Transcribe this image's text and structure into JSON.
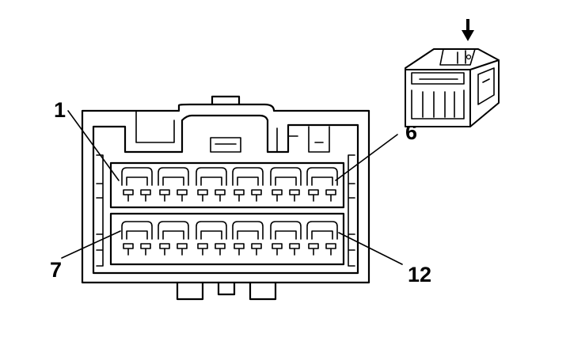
{
  "diagram": {
    "pin_labels": {
      "top_left": "1",
      "top_right": "6",
      "bottom_left": "7",
      "bottom_right": "12"
    },
    "arrow_icon": "down-arrow-icon",
    "line_color": "#000000",
    "background_color": "#ffffff"
  }
}
